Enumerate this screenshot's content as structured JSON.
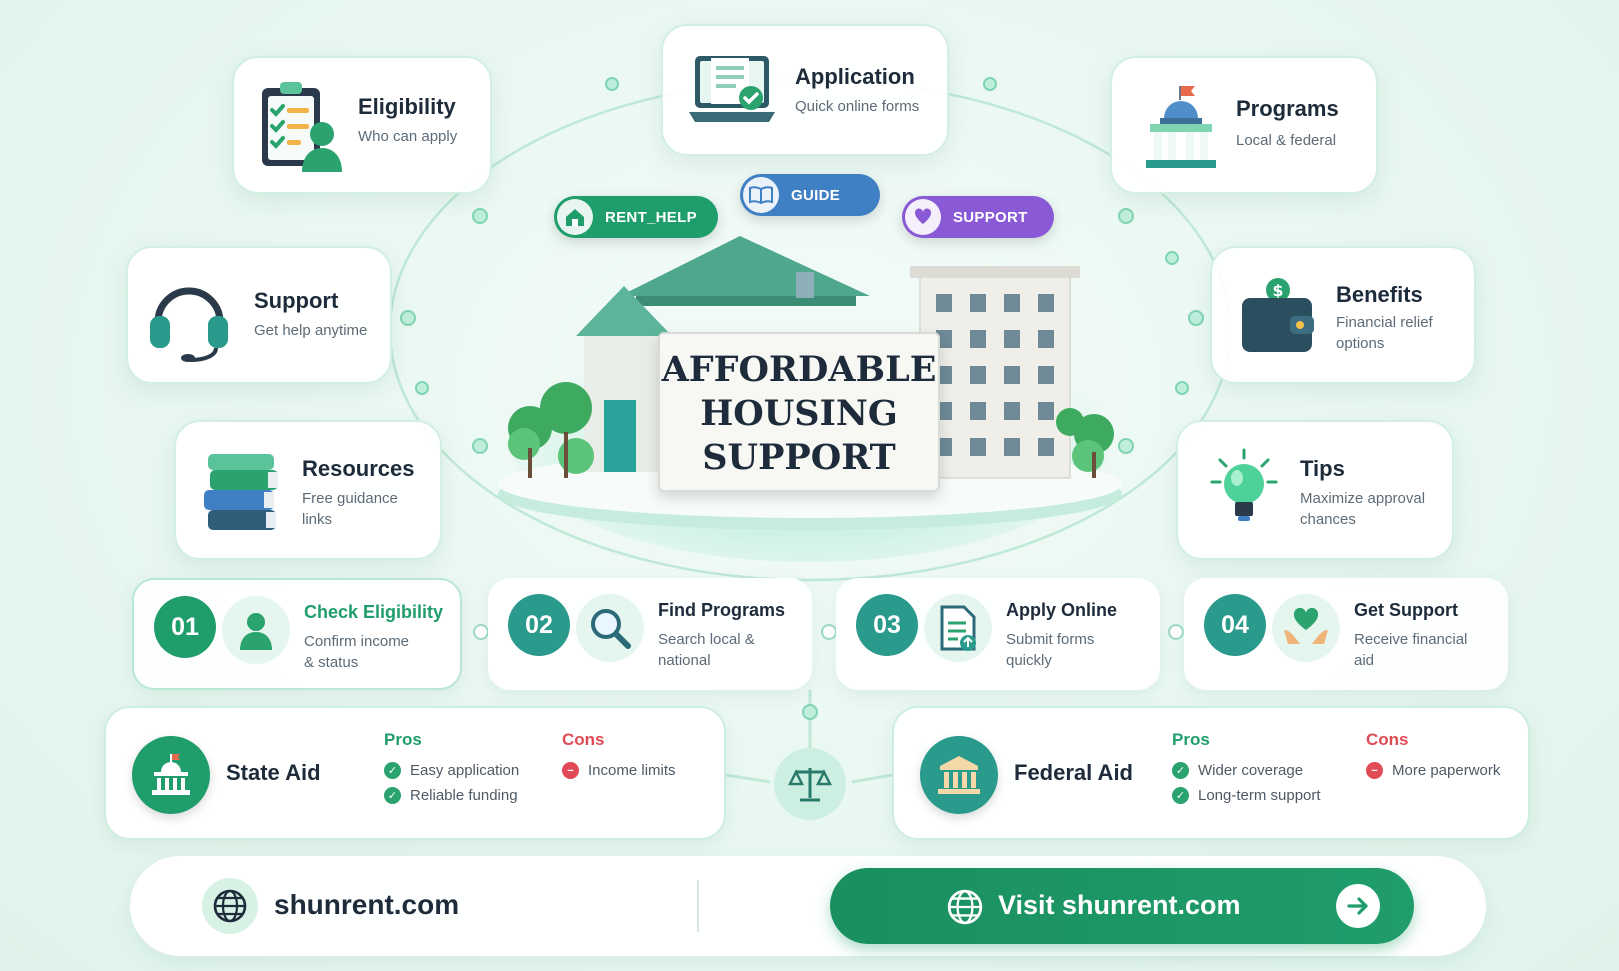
{
  "title_lines": [
    "AFFORDABLE",
    "HOUSING",
    "SUPPORT"
  ],
  "cards": {
    "eligibility": {
      "title": "Eligibility",
      "subtitle": "Who can apply"
    },
    "application": {
      "title": "Application",
      "subtitle": "Quick online forms"
    },
    "programs": {
      "title": "Programs",
      "subtitle": "Local & federal"
    },
    "support": {
      "title": "Support",
      "subtitle": "Get help anytime"
    },
    "benefits": {
      "title": "Benefits",
      "subtitle_lines": [
        "Financial relief",
        "options"
      ]
    },
    "resources": {
      "title": "Resources",
      "subtitle_lines": [
        "Free guidance",
        "links"
      ]
    },
    "tips": {
      "title": "Tips",
      "subtitle_lines": [
        "Maximize approval",
        "chances"
      ]
    }
  },
  "tags": {
    "rent_help": "RENT_HELP",
    "guide": "GUIDE",
    "support": "SUPPORT"
  },
  "steps": [
    {
      "num": "01",
      "title": "Check Eligibility",
      "lines": [
        "Confirm income",
        "& status"
      ]
    },
    {
      "num": "02",
      "title": "Find Programs",
      "lines": [
        "Search local &",
        "national"
      ]
    },
    {
      "num": "03",
      "title": "Apply Online",
      "lines": [
        "Submit forms",
        "quickly"
      ]
    },
    {
      "num": "04",
      "title": "Get Support",
      "lines": [
        "Receive financial",
        "aid"
      ]
    }
  ],
  "state_aid": {
    "title": "State Aid",
    "pros_label": "Pros",
    "cons_label": "Cons",
    "pros": [
      "Easy application",
      "Reliable funding"
    ],
    "cons": [
      "Income limits"
    ]
  },
  "federal_aid": {
    "title": "Federal Aid",
    "pros_label": "Pros",
    "cons_label": "Cons",
    "pros": [
      "Wider coverage",
      "Long-term support"
    ],
    "cons": [
      "More paperwork"
    ]
  },
  "footer": {
    "site": "shunrent.com",
    "cta": "Visit shunrent.com"
  },
  "colors": {
    "green": "#1f9d6b",
    "teal": "#2a9a8c",
    "blue": "#3f7fc4",
    "purple": "#8a5ad6",
    "red": "#e04b55",
    "navy": "#1d2b3a"
  }
}
